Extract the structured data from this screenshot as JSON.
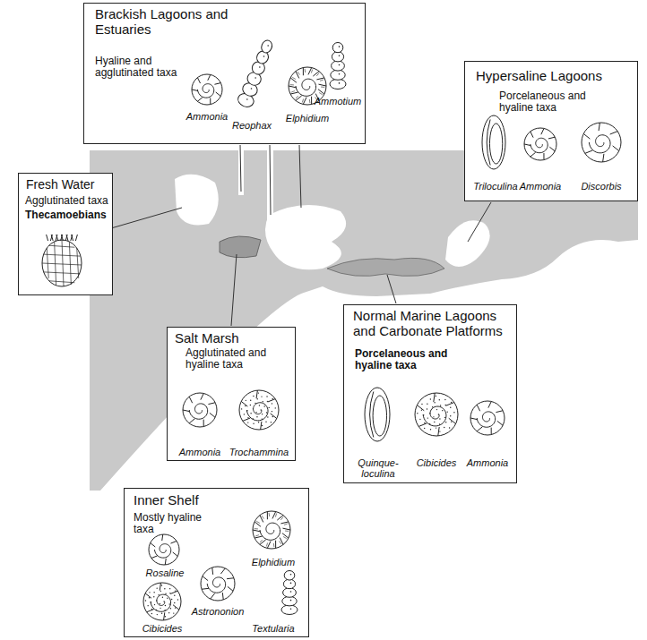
{
  "diagram": {
    "nodes": [
      {
        "text": [
          "Brackish Lagoons and Estuaries",
          "Hyaline and agglutinated taxa",
          "Ammonia",
          "Reophax",
          "Elphidium",
          "Ammotium"
        ]
      },
      {
        "text": [
          "Hypersaline Lagoons",
          "Porcelaneous and hyaline taxa",
          "Triloculina",
          "Ammonia",
          "Discorbis"
        ]
      },
      {
        "text": [
          "Fresh Water",
          "Agglutinated taxa",
          "Thecamoebians"
        ]
      },
      {
        "text": [
          "Salt Marsh",
          "Agglutinated and hyaline taxa",
          "Ammonia",
          "Trochammina"
        ]
      },
      {
        "text": [
          "Normal Marine Lagoons and Carbonate Platforms",
          "Porcelaneous and hyaline taxa",
          "Quinque- loculina",
          "Cibicides",
          "Ammonia"
        ]
      },
      {
        "text": [
          "Inner Shelf",
          "Mostly hyaline taxa",
          "Rosaline",
          "Elphidium",
          "Astrononion",
          "Cibicides",
          "Textularia"
        ]
      }
    ]
  }
}
